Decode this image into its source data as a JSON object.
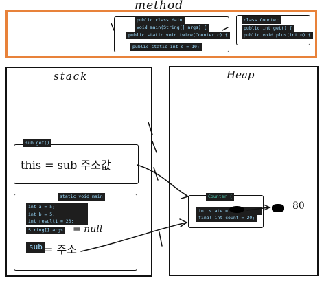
{
  "method": {
    "title": "method",
    "main_class": [
      "public class Main",
      "void main(String[] args) {",
      "public static void twice(Counter c) {",
      "public static int s = 10;"
    ],
    "counter_class": [
      "class Counter",
      "public int get() {",
      "public void plus(int n) {"
    ]
  },
  "stack": {
    "title": "stack",
    "sub_get": "sub.get()",
    "this_note": "this = sub 주소값",
    "main_header": "static void main",
    "main_vars": [
      "int a = 5;",
      "int b = 5;",
      "int result1 = 20;"
    ],
    "args_label": "String[] args",
    "args_note": "= null",
    "sub_label": "sub",
    "sub_note": "= 주소"
  },
  "heap": {
    "title": "Heap",
    "counter_header": "Counter {",
    "fields": [
      "int state = ",
      "final int count = 20;"
    ],
    "value_note": "80"
  },
  "colors": {
    "method_border": "#e8823a",
    "code_bg": "#1e1e1e"
  }
}
